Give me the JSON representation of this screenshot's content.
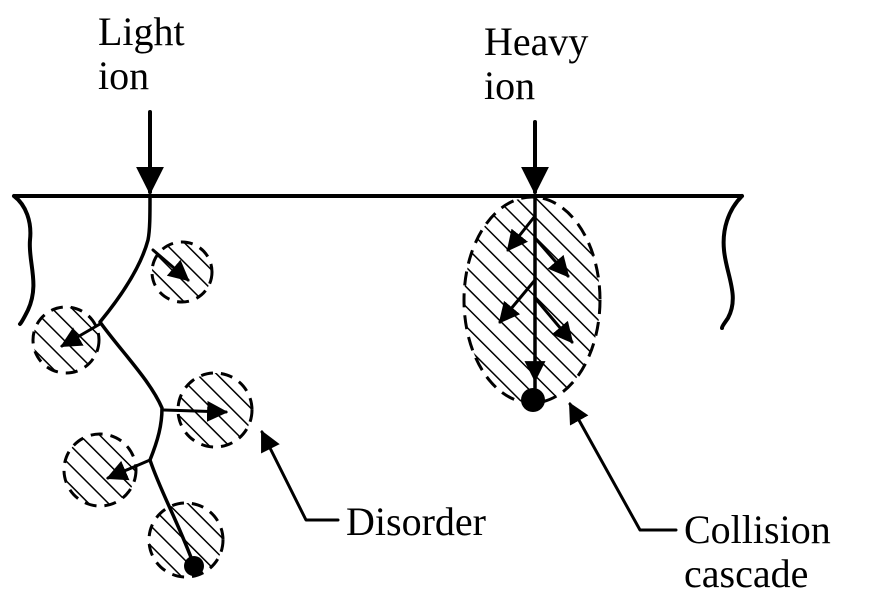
{
  "labels": {
    "light_ion": [
      "Light",
      "ion"
    ],
    "heavy_ion": [
      "Heavy",
      "ion"
    ],
    "disorder": "Disorder",
    "collision_cascade": [
      "Collision",
      "cascade"
    ]
  }
}
